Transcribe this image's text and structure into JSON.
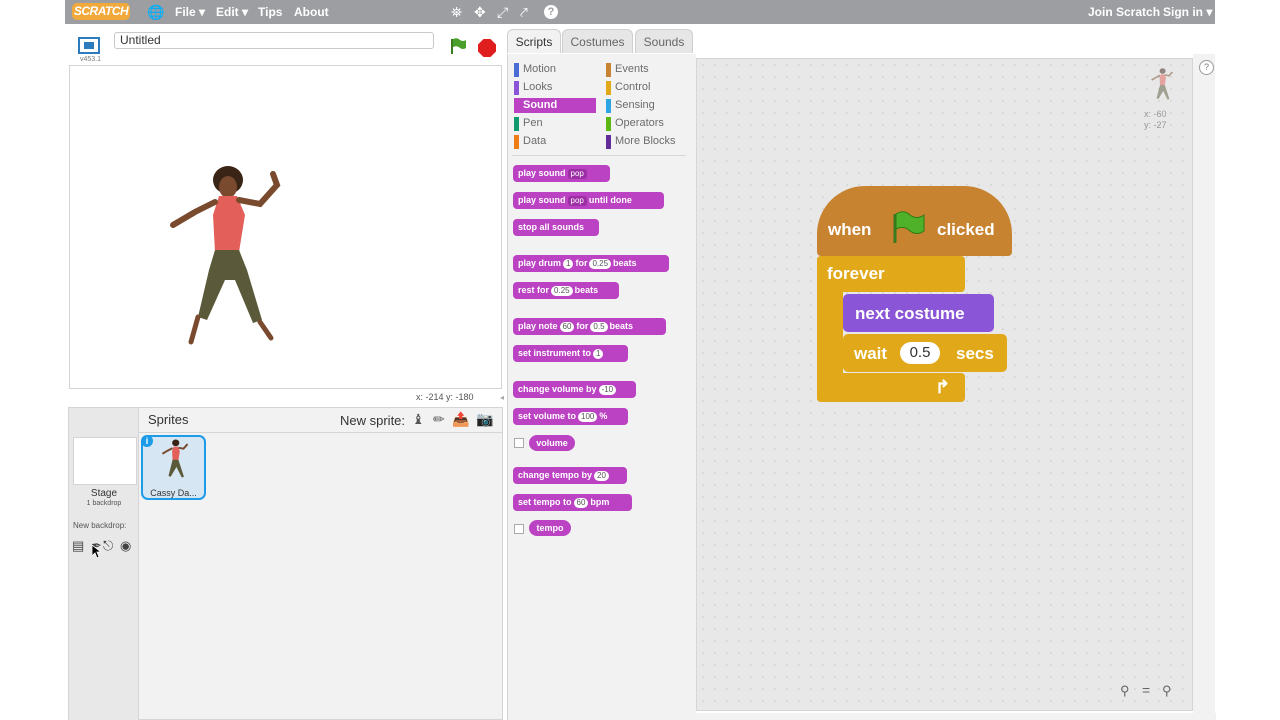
{
  "menu": {
    "logo": "SCRATCH",
    "globe_icon": "globe-icon",
    "file": "File ▾",
    "edit": "Edit ▾",
    "tips": "Tips",
    "about": "About",
    "join": "Join Scratch",
    "signin": "Sign in ▾"
  },
  "stage": {
    "version": "v453.1",
    "title_value": "Untitled",
    "coords": "x: -214  y: -180"
  },
  "sprites": {
    "title": "Sprites",
    "new_sprite": "New sprite:",
    "stage_label": "Stage",
    "stage_backdrops": "1 backdrop",
    "new_backdrop": "New backdrop:",
    "sprite_name": "Cassy Da..."
  },
  "tabs": [
    "Scripts",
    "Costumes",
    "Sounds"
  ],
  "categories": {
    "left": [
      "Motion",
      "Looks",
      "Sound",
      "Pen",
      "Data"
    ],
    "right": [
      "Events",
      "Control",
      "Sensing",
      "Operators",
      "More Blocks"
    ],
    "colors": {
      "motion": "#4a6cd4",
      "looks": "#8a55d7",
      "sound": "#bb42c3",
      "pen": "#0e9a6c",
      "data": "#ee7d16",
      "events": "#c88330",
      "control": "#e1a91a",
      "sensing": "#2ca5e2",
      "operators": "#5cb712",
      "more": "#632d99"
    }
  },
  "palette": {
    "play_sound": {
      "a": "play sound",
      "b": "pop"
    },
    "play_sound_until": {
      "a": "play sound",
      "b": "pop",
      "c": "until done"
    },
    "stop_all": "stop all sounds",
    "play_drum": {
      "a": "play drum",
      "b": "1",
      "c": "for",
      "d": "0.25",
      "e": "beats"
    },
    "rest": {
      "a": "rest for",
      "b": "0.25",
      "c": "beats"
    },
    "play_note": {
      "a": "play note",
      "b": "60",
      "c": "for",
      "d": "0.5",
      "e": "beats"
    },
    "set_instrument": {
      "a": "set instrument to",
      "b": "1"
    },
    "change_volume": {
      "a": "change volume by",
      "b": "-10"
    },
    "set_volume": {
      "a": "set volume to",
      "b": "100",
      "c": "%"
    },
    "volume": "volume",
    "change_tempo": {
      "a": "change tempo by",
      "b": "20"
    },
    "set_tempo": {
      "a": "set tempo to",
      "b": "60",
      "c": "bpm"
    },
    "tempo": "tempo"
  },
  "script": {
    "when": "when",
    "clicked": "clicked",
    "forever": "forever",
    "next_costume": "next costume",
    "wait": "wait",
    "wait_value": "0.5",
    "secs": "secs"
  },
  "script_area": {
    "sprite_xy": "x: -60\ny: -27",
    "help": "?"
  }
}
